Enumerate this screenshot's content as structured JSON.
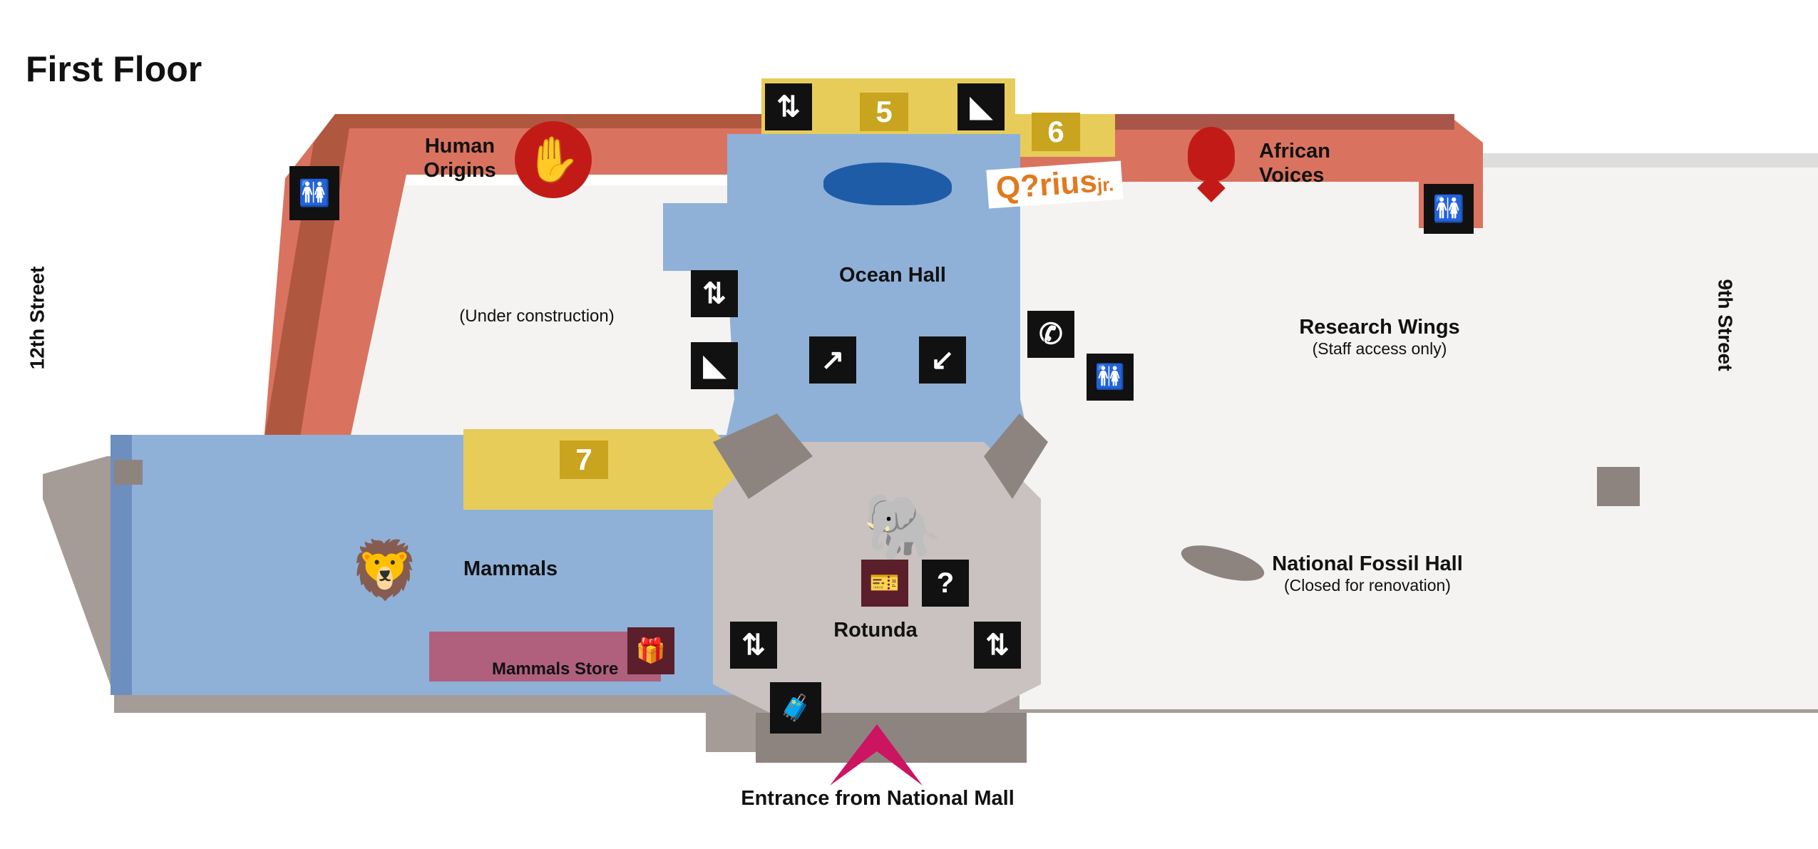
{
  "title": "First Floor",
  "streets": {
    "left": "12th Street",
    "right": "9th Street"
  },
  "halls": {
    "human_origins": {
      "line1": "Human",
      "line2": "Origins"
    },
    "african_voices": {
      "line1": "African",
      "line2": "Voices"
    },
    "ocean_hall": "Ocean Hall",
    "under_construction": "(Under construction)",
    "research_wings": {
      "name": "Research Wings",
      "note": "(Staff access only)"
    },
    "mammals": "Mammals",
    "mammals_store": "Mammals Store",
    "rotunda": "Rotunda",
    "fossil_hall": {
      "name": "National Fossil Hall",
      "note": "(Closed for renovation)"
    },
    "qrius": {
      "name": "Q?rius",
      "suffix": "jr."
    }
  },
  "zone_numbers": {
    "five": "5",
    "six": "6",
    "seven": "7"
  },
  "entrance": "Entrance from National Mall",
  "colors": {
    "red_corridor": "#d9735f",
    "blue_hall": "#8fb1d8",
    "yellow_zone": "#e8cc5a",
    "gold_box": "#c9a41e",
    "rotunda_grey": "#c9c2c0",
    "wall_grey": "#a59c98",
    "entrance_arrow": "#cc1461",
    "store_magenta": "#b0607d"
  }
}
